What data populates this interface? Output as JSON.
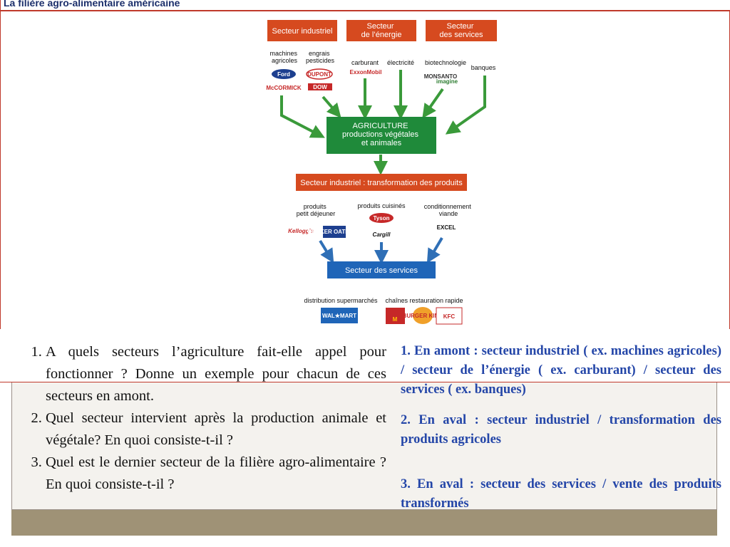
{
  "title": "La filière agro-alimentaire américaine",
  "diagram": {
    "upstream": [
      {
        "label_lines": [
          "Secteur industriel"
        ],
        "items": [
          {
            "name_lines": [
              "machines",
              "agricoles"
            ],
            "logos": [
              "Ford",
              "McCORMICK"
            ]
          },
          {
            "name_lines": [
              "engrais",
              "pesticides"
            ],
            "logos": [
              "DUPONT",
              "DOW"
            ]
          }
        ]
      },
      {
        "label_lines": [
          "Secteur",
          "de l’énergie"
        ],
        "items": [
          {
            "name_lines": [
              "carburant"
            ],
            "logos": [
              "ExxonMobil"
            ]
          },
          {
            "name_lines": [
              "électricité"
            ],
            "logos": []
          }
        ]
      },
      {
        "label_lines": [
          "Secteur",
          "des services"
        ],
        "items": [
          {
            "name_lines": [
              "biotechnologie"
            ],
            "logos": [
              "MONSANTO",
              "imagine"
            ]
          },
          {
            "name_lines": [
              "banques"
            ],
            "logos": []
          }
        ]
      }
    ],
    "agriculture_lines": [
      "AGRICULTURE",
      "productions végétales",
      "et animales"
    ],
    "transformation_label": "Secteur industriel : transformation des produits",
    "transformation_items": [
      {
        "name_lines": [
          "produits",
          "petit déjeuner"
        ],
        "logos": [
          "Kellogg's",
          "QUAKER OATMEAL"
        ]
      },
      {
        "name_lines": [
          "produits cuisinés"
        ],
        "logos": [
          "Tyson",
          "Cargill"
        ]
      },
      {
        "name_lines": [
          "conditionnement",
          "viande"
        ],
        "logos": [
          "EXCEL"
        ]
      }
    ],
    "services_label": "Secteur des services",
    "services_items": [
      {
        "name": "distribution supermarchés",
        "logos": [
          "WAL★MART"
        ]
      },
      {
        "name": "chaînes restauration rapide",
        "logos": [
          "M",
          "BURGER KING",
          "KFC"
        ]
      }
    ]
  },
  "questions": [
    "A quels secteurs l’agriculture fait-elle appel pour fonctionner ? Donne un exemple pour chacun de ces secteurs en amont.",
    "Quel secteur intervient après la production animale et végétale? En quoi consiste-t-il ?",
    "Quel est le dernier secteur de la filière agro-alimentaire ? En quoi consiste-t-il ?"
  ],
  "answers": [
    "1. En amont : secteur industriel ( ex. machines agricoles)  / secteur de l’énergie ( ex. carburant) / secteur des services ( ex. banques)",
    "2. En aval : secteur industriel / transformation des produits agricoles",
    "3. En aval : secteur des services / vente des produits transformés"
  ],
  "colors": {
    "industry": "#d64a1f",
    "agriculture": "#1f8a3a",
    "services": "#1f65b8",
    "answers": "#2446a8"
  }
}
